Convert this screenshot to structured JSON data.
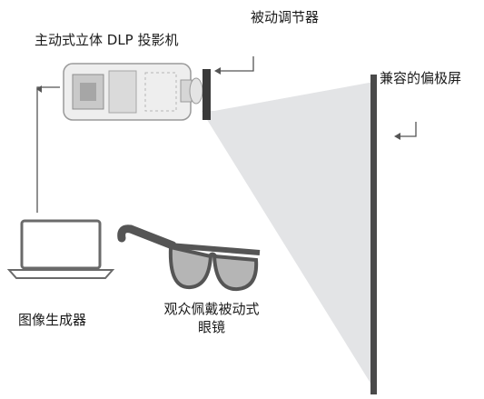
{
  "labels": {
    "projector": "主动式立体 DLP 投影机",
    "passive_modulator": "被动调节器",
    "polarized_screen": "兼容的偏极屏",
    "image_generator": "图像生成器",
    "glasses_line1": "观众佩戴被动式",
    "glasses_line2": "眼镜"
  },
  "icons": [
    "laptop-icon",
    "projector-icon",
    "glasses-icon",
    "screen-icon",
    "arrow-icon"
  ]
}
